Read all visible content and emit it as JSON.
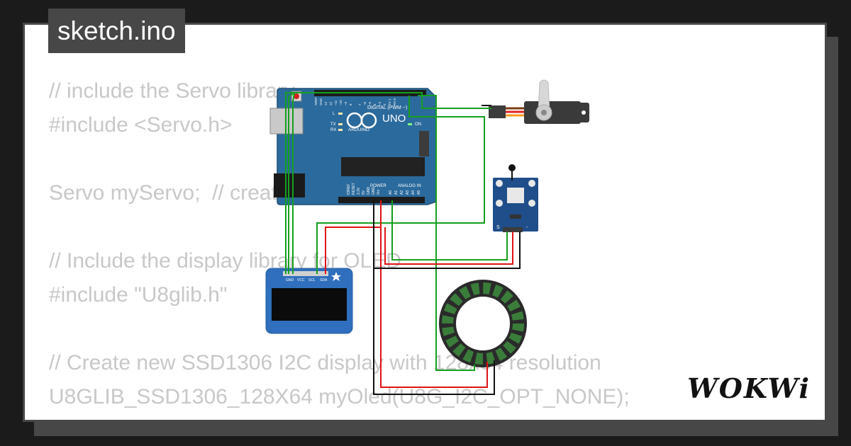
{
  "window": {
    "title": "sketch.ino"
  },
  "code": {
    "lines": [
      "// include the Servo library",
      "#include <Servo.h>",
      "",
      "Servo myServo;  // create servo object",
      "",
      "// Include the display library for OLED",
      "#include \"U8glib.h\"",
      "",
      "// Create new SSD1306 I2C display with 128x64 resolution",
      "U8GLIB_SSD1306_128X64 myOled(U8G_I2C_OPT_NONE);"
    ]
  },
  "board": {
    "model": "UNO",
    "brand": "ARDUINO",
    "digital_label": "DIGITAL (PWM ~)",
    "power_label": "POWER",
    "analog_label": "ANALOG IN",
    "led_labels": [
      "L",
      "TX",
      "RX"
    ],
    "on_label": "ON",
    "power_pins": [
      "IOREF",
      "RESET",
      "3.3V",
      "5V",
      "GND",
      "GND",
      "Vin"
    ],
    "analog_pins": [
      "A0",
      "A1",
      "A2",
      "A3",
      "A4",
      "A5"
    ],
    "digital_pins": [
      "AREF",
      "GND",
      "13",
      "12",
      "~11",
      "~10",
      "~9",
      "8",
      "7",
      "~6",
      "~5",
      "4",
      "~3",
      "2",
      "TX 1",
      "RX 0"
    ]
  },
  "oled": {
    "pin_labels": [
      "GND",
      "VCC",
      "SCL",
      "SDA"
    ]
  },
  "ntc": {
    "pin_labels": [
      "S",
      "-"
    ]
  },
  "brand": {
    "logo_text": "WOKWi"
  },
  "colors": {
    "background": "#1b1b1b",
    "frame": "#474747",
    "card": "#ffffff",
    "code_text": "#c8c8c8",
    "board": "#2b6a9c",
    "wire_green": "#14a01e",
    "wire_red": "#e01212",
    "wire_black": "#111111",
    "oled_board": "#2f6fbd",
    "ntc_board": "#1f4e8a",
    "ring_led": "#3a7d3a"
  },
  "icons": {
    "oled_logo": "star-icon"
  }
}
